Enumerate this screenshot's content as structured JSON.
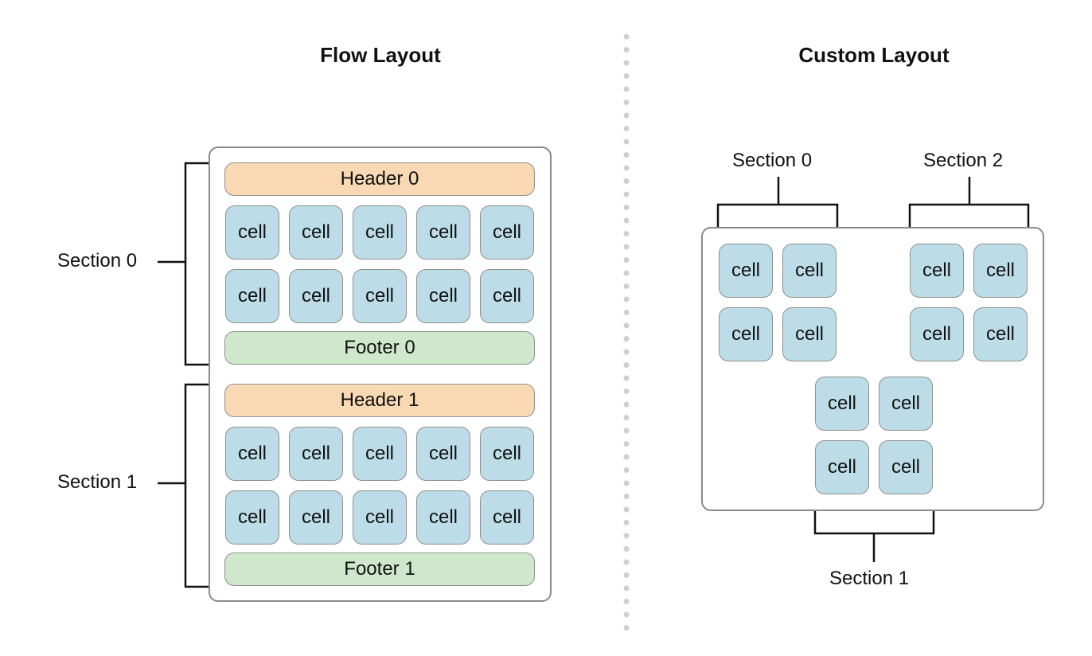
{
  "flow": {
    "title": "Flow Layout",
    "sections": [
      {
        "label": "Section 0",
        "header": "Header 0",
        "footer": "Footer 0"
      },
      {
        "label": "Section 1",
        "header": "Header 1",
        "footer": "Footer 1"
      }
    ]
  },
  "custom": {
    "title": "Custom Layout",
    "sections": [
      {
        "label": "Section 0"
      },
      {
        "label": "Section 1"
      },
      {
        "label": "Section 2"
      }
    ]
  },
  "cell_label": "cell",
  "colors": {
    "header": "#f8d9b4",
    "footer": "#cfe8cc",
    "cell": "#bcdde8",
    "container_border": "#8a8a8a",
    "divider_dots": "#cfcfcf"
  }
}
